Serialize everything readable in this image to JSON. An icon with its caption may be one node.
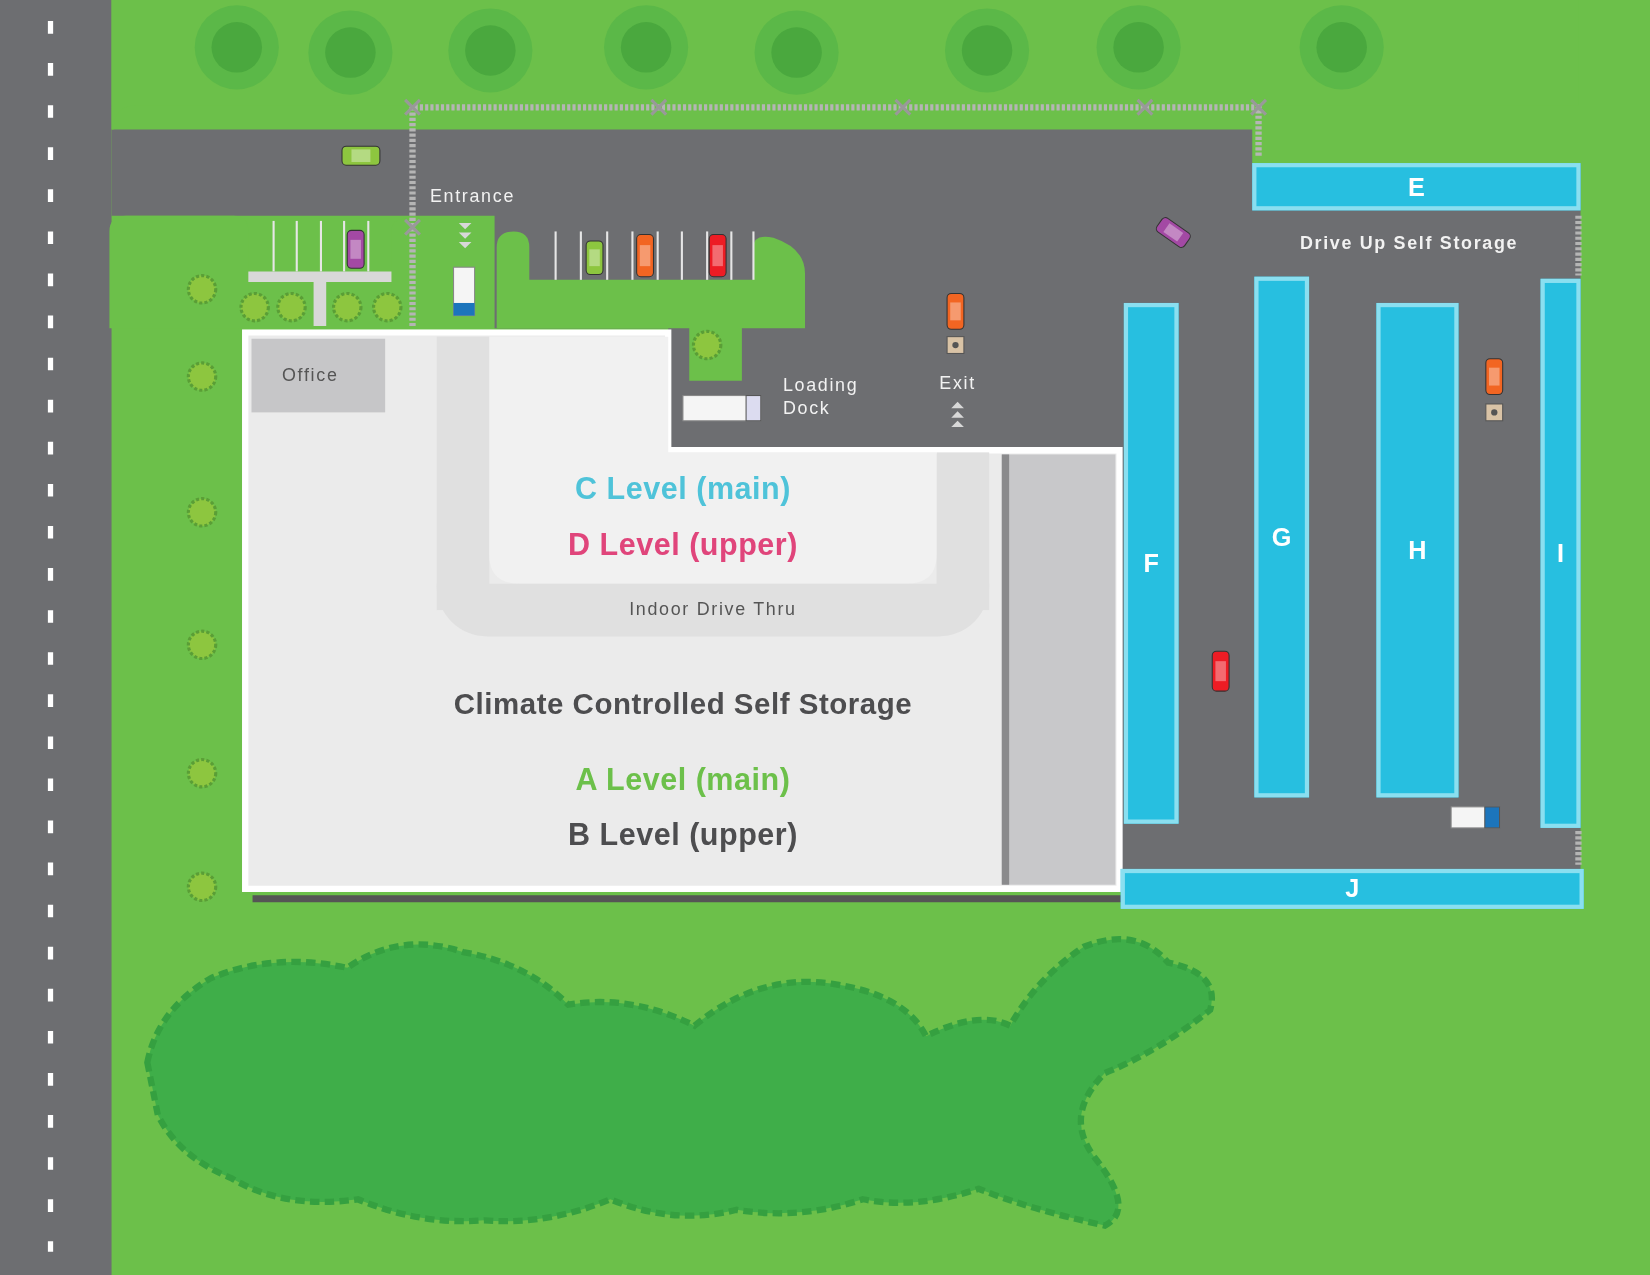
{
  "diagram": {
    "nodes": [
      {
        "text": [
          "C Level (main)",
          "D Level (upper)",
          "Climate Controlled Self Storage",
          "A Level (main)",
          "B Level (upper)"
        ]
      },
      {
        "text": [
          "Office"
        ],
        "in": 0
      },
      {
        "text": [
          "Indoor Drive Thru"
        ],
        "in": 0
      },
      {
        "text": [
          "E"
        ]
      },
      {
        "text": [
          "F"
        ]
      },
      {
        "text": [
          "G"
        ]
      },
      {
        "text": [
          "H"
        ]
      },
      {
        "text": [
          "I"
        ]
      },
      {
        "text": [
          "J"
        ]
      }
    ],
    "labels": [
      "Entrance",
      "Drive Up Self Storage",
      "Loading Dock",
      "Exit"
    ]
  }
}
